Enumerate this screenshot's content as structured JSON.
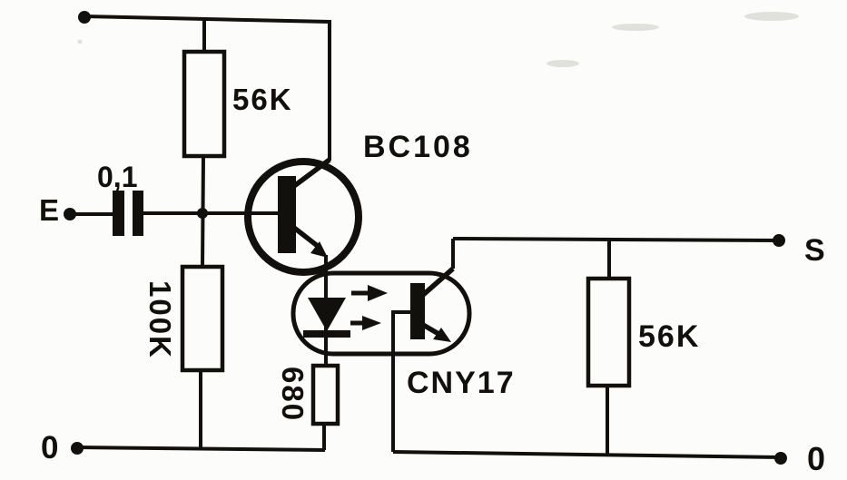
{
  "schematic": {
    "description": "AC-coupled BC108 transistor stage driving a CNY17 optocoupler",
    "paper_color": "#fcfcfa",
    "ink_color": "#12100d",
    "terminals": {
      "input": "E",
      "output": "S",
      "ground_left": "0",
      "ground_right": "0"
    },
    "components": {
      "coupling_capacitor": {
        "value": "0,1",
        "type": "capacitor"
      },
      "bias_resistor_upper": {
        "value": "56K",
        "type": "resistor"
      },
      "bias_resistor_lower": {
        "value": "100K",
        "type": "resistor"
      },
      "led_resistor": {
        "value": "680",
        "type": "resistor"
      },
      "load_resistor": {
        "value": "56K",
        "type": "resistor"
      },
      "transistor": {
        "part_number": "BC108",
        "type": "npn-transistor"
      },
      "optocoupler": {
        "part_number": "CNY17",
        "type": "optocoupler"
      }
    }
  }
}
